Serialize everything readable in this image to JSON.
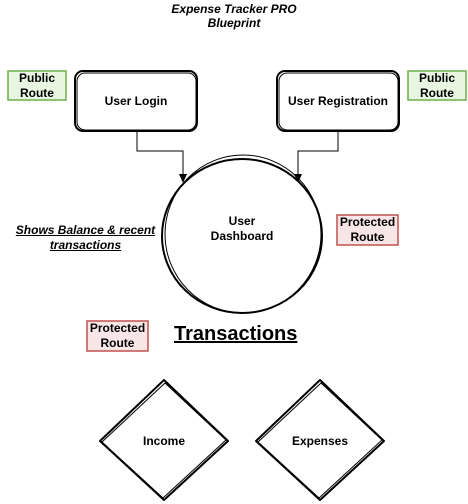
{
  "title": {
    "line1": "Expense Tracker PRO",
    "line2": "Blueprint"
  },
  "nodes": {
    "login": "User Login",
    "registration": "User Registration",
    "dashboard_line1": "User",
    "dashboard_line2": "Dashboard",
    "income": "Income",
    "expenses": "Expenses"
  },
  "tags": {
    "public_left": {
      "line1": "Public",
      "line2": "Route"
    },
    "public_right": {
      "line1": "Public",
      "line2": "Route"
    },
    "protected_dashboard": {
      "line1": "Protected",
      "line2": "Route"
    },
    "protected_transactions": {
      "line1": "Protected",
      "line2": "Route"
    }
  },
  "note": {
    "line1": "Shows Balance & recent",
    "line2": "transactions"
  },
  "section_heading": "Transactions",
  "colors": {
    "public_border": "#6ab04c",
    "public_fill": "#e8f5e0",
    "protected_border": "#c0504d",
    "protected_fill": "#f8e6e6",
    "stroke": "#000000"
  }
}
